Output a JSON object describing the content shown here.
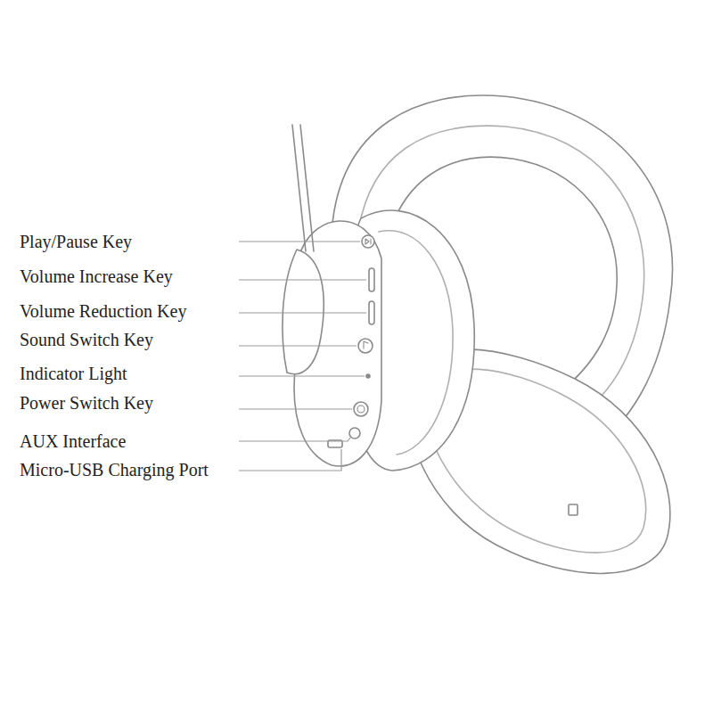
{
  "diagram": {
    "labels": [
      "Play/Pause Key",
      "Volume Increase Key",
      "Volume Reduction Key",
      "Sound Switch Key",
      "Indicator Light",
      "Power Switch Key",
      "AUX Interface",
      "Micro-USB Charging Port"
    ]
  }
}
